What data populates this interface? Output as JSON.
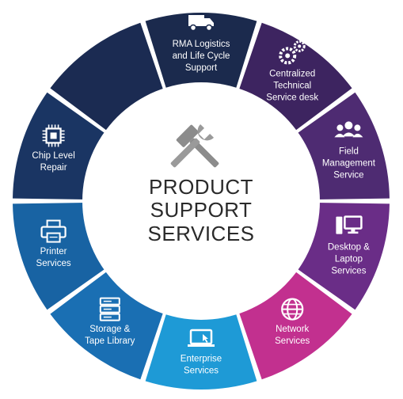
{
  "center": {
    "title_lines": [
      "PRODUCT",
      "SUPPORT",
      "SERVICES"
    ],
    "icon": "hammer-wrench-icon"
  },
  "segments": [
    {
      "lines": [
        "RMA Logistics",
        "and Life Cycle",
        "Support"
      ],
      "icon": "truck-icon",
      "color": "#1b2a4d"
    },
    {
      "lines": [
        "Centralized",
        "Technical",
        "Service desk"
      ],
      "icon": "gears-icon",
      "color": "#3d2460"
    },
    {
      "lines": [
        "Field",
        "Management",
        "Service"
      ],
      "icon": "team-icon",
      "color": "#4e2b72"
    },
    {
      "lines": [
        "Desktop &",
        "Laptop",
        "Services"
      ],
      "icon": "desktop-computer-icon",
      "color": "#6a2d87"
    },
    {
      "lines": [
        "Network",
        "Services"
      ],
      "icon": "globe-icon",
      "color": "#c2308f"
    },
    {
      "lines": [
        "Enterprise",
        "Services"
      ],
      "icon": "laptop-cursor-icon",
      "color": "#1e9ad6"
    },
    {
      "lines": [
        "Storage &",
        "Tape Library"
      ],
      "icon": "server-rack-icon",
      "color": "#1a6fb3"
    },
    {
      "lines": [
        "Printer",
        "Services"
      ],
      "icon": "printer-icon",
      "color": "#1863a3"
    },
    {
      "lines": [
        "Chip Level",
        "Repair"
      ],
      "icon": "chip-icon",
      "color": "#1a3563"
    },
    {
      "lines": [],
      "icon": "",
      "color": "#1b2b52"
    }
  ]
}
